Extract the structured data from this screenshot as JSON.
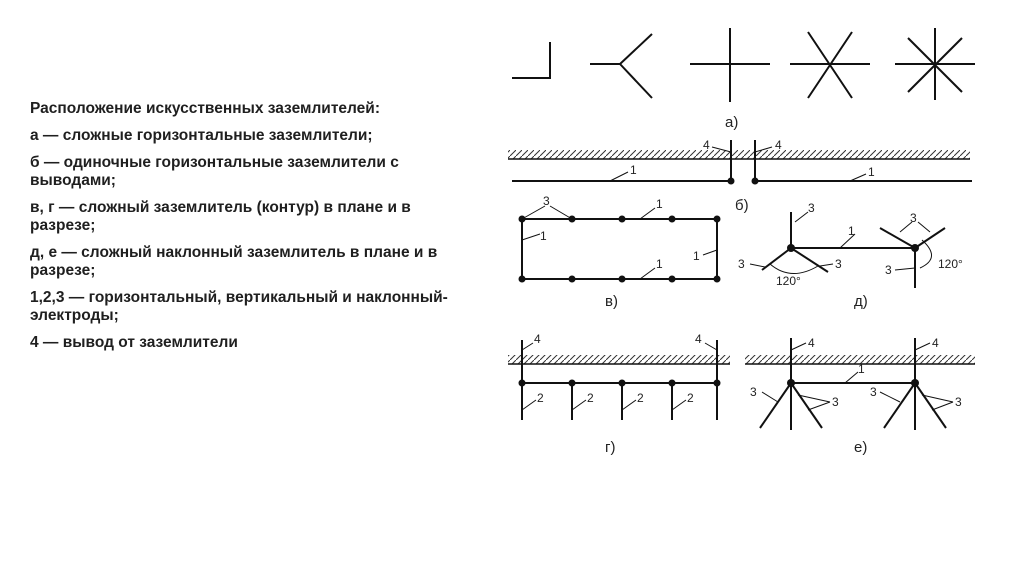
{
  "legend": {
    "title": "Расположение искусственных заземлителей:",
    "items": [
      "а — сложные горизонтальные заземлители;",
      "б — одиночные горизонтальные заземлители с выводами;",
      "в, г — сложный заземлитель (контур) в плане и в разрезе;",
      "д, е — сложный наклонный заземлитель в плане и в разрезе;",
      "1,2,3 — горизонтальный, вертикальный и наклонный- электроды;",
      "4 — вывод от заземлители"
    ]
  },
  "figure": {
    "captions": {
      "a": "а)",
      "b": "б)",
      "v": "в)",
      "g": "г)",
      "d": "д)",
      "e": "е)"
    },
    "numbers": {
      "one": "1",
      "two": "2",
      "three": "3",
      "four": "4"
    },
    "angle": "120°"
  }
}
